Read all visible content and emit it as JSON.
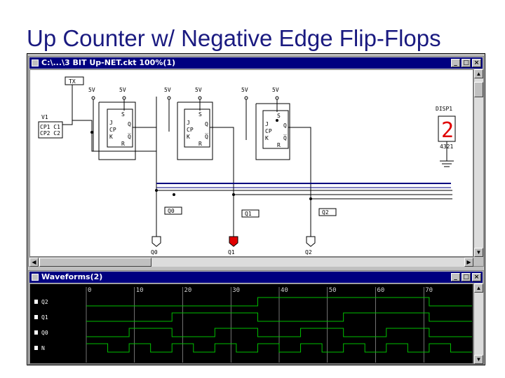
{
  "slide": {
    "title": "Up Counter w/ Negative Edge Flip-Flops"
  },
  "schematic_window": {
    "title": "C:\\...\\3 BIT Up-NET.ckt 100%(1)",
    "clock_label": "TX",
    "clock_source_label": "V1",
    "source_pins": [
      "CP1 C1",
      "CP2 C2"
    ],
    "supply_labels": [
      "5V",
      "5V",
      "5V",
      "5V",
      "5V",
      "5V"
    ],
    "flipflop_pins": {
      "j": "J",
      "k": "K",
      "cp": "CP",
      "s": "S",
      "r": "R",
      "q": "Q",
      "qbar": "Q̅"
    },
    "bus_labels": [
      "Q0",
      "Q1",
      "Q2"
    ],
    "probe_labels": [
      "Q0",
      "Q1",
      "Q2"
    ],
    "display": {
      "label": "DISP1",
      "digit": "2",
      "pins": "4321"
    }
  },
  "waveform_window": {
    "title": "Waveforms(2)",
    "time_ticks": [
      "0",
      "10",
      "20",
      "30",
      "40",
      "50",
      "60",
      "70"
    ],
    "signals": [
      {
        "name": "Q2",
        "levels": [
          0,
          0,
          0,
          0,
          0,
          0,
          0,
          0,
          1,
          1,
          1,
          1,
          1,
          1,
          1,
          1,
          0,
          0
        ]
      },
      {
        "name": "Q1",
        "levels": [
          0,
          0,
          0,
          0,
          1,
          1,
          1,
          1,
          0,
          0,
          0,
          0,
          1,
          1,
          1,
          1,
          0,
          0
        ]
      },
      {
        "name": "Q0",
        "levels": [
          0,
          0,
          1,
          1,
          0,
          0,
          1,
          1,
          0,
          0,
          1,
          1,
          0,
          0,
          1,
          1,
          0,
          0
        ]
      },
      {
        "name": "N",
        "levels": [
          1,
          0,
          1,
          0,
          1,
          0,
          1,
          0,
          1,
          0,
          1,
          0,
          1,
          0,
          1,
          0,
          1,
          0
        ]
      }
    ]
  },
  "colors": {
    "title_bar": "#000080",
    "wave": "#00c000",
    "bus": "#000080",
    "probe_active": "#e00000",
    "slide_title": "#1a1a80"
  }
}
